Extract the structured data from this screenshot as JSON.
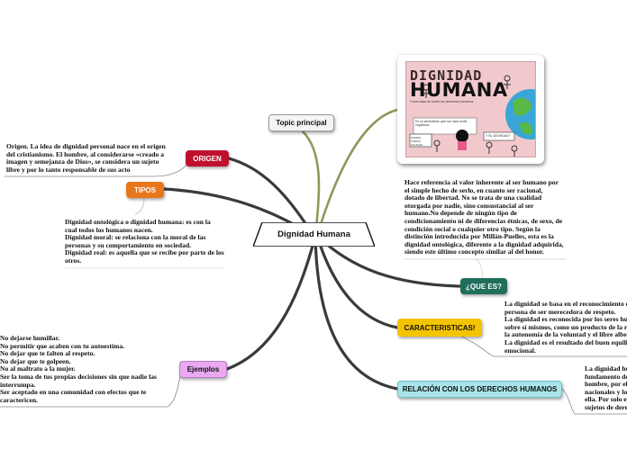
{
  "colors": {
    "background": "#ffffff",
    "branch": "#3a3a3a",
    "branch_olive": "#8c9a5b",
    "origen": "#c0102e",
    "tipos": "#e8771a",
    "que_es": "#1f6f5c",
    "caracteristicas": "#f5c400",
    "relacion": "#a8e4ea",
    "ejemplos": "#e9a8f0",
    "topic_principal": "#f4f4f4"
  },
  "central": {
    "label": "Dignidad Humana"
  },
  "topic_principal": {
    "label": "Topic principal",
    "image": {
      "title_line1": "DIGNIDAD",
      "title_line2": "HUMANA",
      "subtitle": "Como base de todos los derechos humanos",
      "small_text": "Es un sentimiento que nos hace sentir orgullosos",
      "badge": "Y SU DIGNIDAD?",
      "sign": "SOMOS TODOS IGUALES"
    }
  },
  "branches": {
    "origen": {
      "label": "ORIGEN",
      "text_lines": [
        "Origen. La idea de dignidad personal nace en el origen",
        "del cristianismo.  El hombre, al considerarse «creado a",
        "imagen y semejanza de Dios», se considera un sujeto",
        "libre y por lo tanto responsable de sus acto"
      ]
    },
    "tipos": {
      "label": "TIPOS",
      "text_lines": [
        "Dignidad ontológica o dignidad humana: es con la",
        "cual todos los humanos nacen.",
        "Dignidad moral: se relaciona con la moral de las",
        "personas y su comportamiento en sociedad.",
        "Dignidad real: es aquella que se recibe por parte de los",
        "otros."
      ]
    },
    "que_es": {
      "label": "¿QUE ES?",
      "text_lines": [
        "Hace referencia al valor inherente al ser humano por",
        "el simple hecho de serlo, en cuanto ser racional,",
        "dotado de libertad. No se trata de una cualidad",
        "otorgada por nadie, sino consustancial al ser",
        "humano.No depende de ningún tipo de",
        "condicionamiento ni de diferencias étnicas, de sexo, de",
        "condición social o cualquier otro tipo. Según la",
        "distinción introducida por Millán-Puelles, esta es la",
        "dignidad ontológica, diferente a la dignidad adquirida,",
        "siendo este último concepto similar al del honor."
      ]
    },
    "caracteristicas": {
      "label": "CARACTERISTICAS!",
      "text_lines": [
        "La dignidad se basa en el reconocimiento d",
        "persona de ser merecedora de respeto.",
        "La dignidad es reconocida por los seres hu",
        "sobre sí mismos, como un producto de la ra",
        "la autonomía de la voluntad y el libre albed",
        "La dignidad es el resultado del buen equili",
        "emocional."
      ]
    },
    "relacion": {
      "label": "RELACIÓN CON LOS DERECHOS HUMANOS",
      "text_lines": [
        "La dignidad hu",
        "fundamento de",
        "hombre, por el",
        "nacionales y lo",
        "ella. Por solo el",
        "sujetos de derec"
      ]
    },
    "ejemplos": {
      "label": "Ejemplos",
      "text_lines": [
        "No dejarse humillar.",
        "No permitir que acaben con tu autoestima.",
        "No dejar que te falten al respeto.",
        "No dejar que te golpeen.",
        "No al maltrato a la mujer.",
        "Ser la toma de tus propias decisiones sin que nadie las",
        "interrumpa.",
        "Ser aceptado en una comunidad con efectos que te",
        "caractericen."
      ]
    }
  }
}
